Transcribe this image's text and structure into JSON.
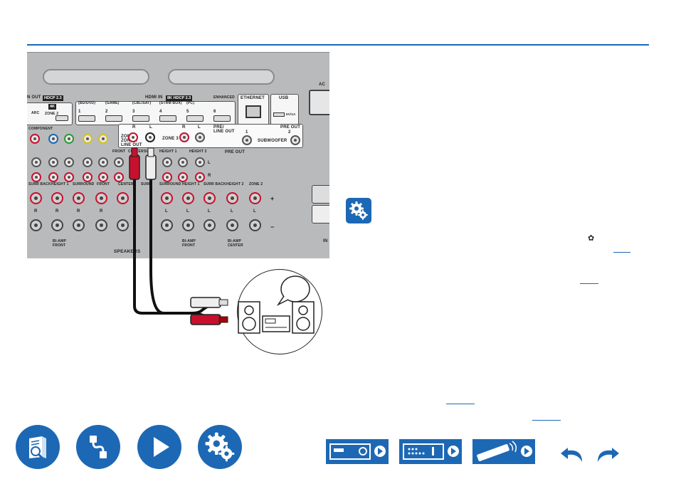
{
  "panel": {
    "hdmi_out_label": "N OUT",
    "hdcp_badge": "HDCP 2.3",
    "hdmi_in_label": "HDMI IN",
    "hdmi_in_badge": "8K   HDCP 2.3",
    "rs_label": "ENHANCED",
    "hdmi_ports": [
      {
        "num": "1",
        "sub": "(BD/DVD)"
      },
      {
        "num": "2",
        "sub": "(GAME)"
      },
      {
        "num": "3",
        "sub": "(CBL/SAT)"
      },
      {
        "num": "4",
        "sub": "(STRM BOX)"
      },
      {
        "num": "5",
        "sub": "(PC)"
      },
      {
        "num": "6",
        "sub": ""
      }
    ],
    "ethernet_label": "ETHERNET",
    "usb_label": "USB",
    "usb_rating": "5V/1A",
    "ac_label": "AC",
    "zone2_out_label": "ZONE 2",
    "k4_badge": "4K",
    "arc_label": "ARC",
    "component_label": "COMPONENT",
    "zone_pre_label": "ZONE 2\nZONE 3\nLINE OUT",
    "zone3_label": "ZONE 3",
    "pre_line_out_label": "PRE/\nLINE OUT",
    "pre_out_label": "PRE OUT",
    "pre_out_label_2": "PRE OUT",
    "subwoofer_label": "SUBWOOFER",
    "sub_1": "1",
    "sub_2": "2",
    "r_label": "R",
    "l_label": "L",
    "preout_channels": [
      "FRONT",
      "CENTER",
      "SUB",
      "HEIGHT 1",
      "HEIGHT 2"
    ],
    "speaker_channels": [
      "SURR BACK",
      "HEIGHT 1",
      "SURROUND",
      "FRONT",
      "CENTER",
      "SURR",
      "SURROUND",
      "HEIGHT 1",
      "SURR BACK",
      "HEIGHT 2",
      "ZONE 2"
    ],
    "bi_amp_front": "BI-AMP\nFRONT",
    "bi_amp_front_2": "BI-AMP\nFRONT",
    "bi_amp_center": "BI-AMP\nCENTER",
    "speakers_label": "SPEAKERS",
    "plus": "+",
    "minus": "−",
    "in_label": "IN"
  },
  "icons": {
    "settings_balloon": "settings-gear-icon",
    "nav_manual": "manual-book-icon",
    "nav_connections": "cable-connection-icon",
    "nav_playback": "play-icon",
    "nav_setup": "setup-gears-icon",
    "nav_front_panel": "front-panel-icon",
    "nav_rear_panel": "rear-panel-icon",
    "nav_remote": "remote-controller-icon",
    "nav_back": "undo-arrow-icon",
    "nav_forward": "redo-arrow-icon"
  },
  "colors": {
    "brand_blue": "#1d68b4",
    "rule_blue": "#1a6ab3",
    "plug_red": "#c8102e",
    "plug_white": "#e8e8e8"
  }
}
